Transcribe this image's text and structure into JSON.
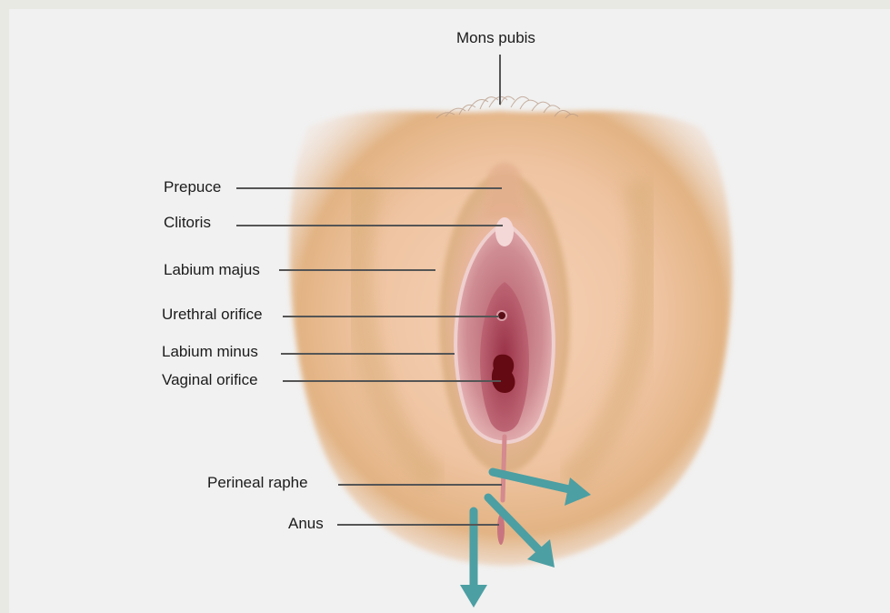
{
  "labels": {
    "mons_pubis": "Mons pubis",
    "prepuce": "Prepuce",
    "clitoris": "Clitoris",
    "labium_majus": "Labium majus",
    "urethral_orifice": "Urethral orifice",
    "labium_minus": "Labium minus",
    "vaginal_orifice": "Vaginal orifice",
    "perineal_raphe": "Perineal raphe",
    "anus": "Anus"
  },
  "colors": {
    "background": "#f1f1f1",
    "frame": "#e9e9e4",
    "skin": "#f2c8a8",
    "skin_shadow": "#d7a877",
    "labia": "#dca3a6",
    "inner": "#a7495a",
    "orifice": "#6a0c12",
    "arrow": "#4c9fa3"
  },
  "arrows": [
    {
      "name": "perineal-raphe-arrow",
      "icon": "arrow-right-down-icon"
    },
    {
      "name": "diagonal-arrow",
      "icon": "arrow-diagonal-icon"
    },
    {
      "name": "down-arrow",
      "icon": "arrow-down-icon"
    }
  ]
}
